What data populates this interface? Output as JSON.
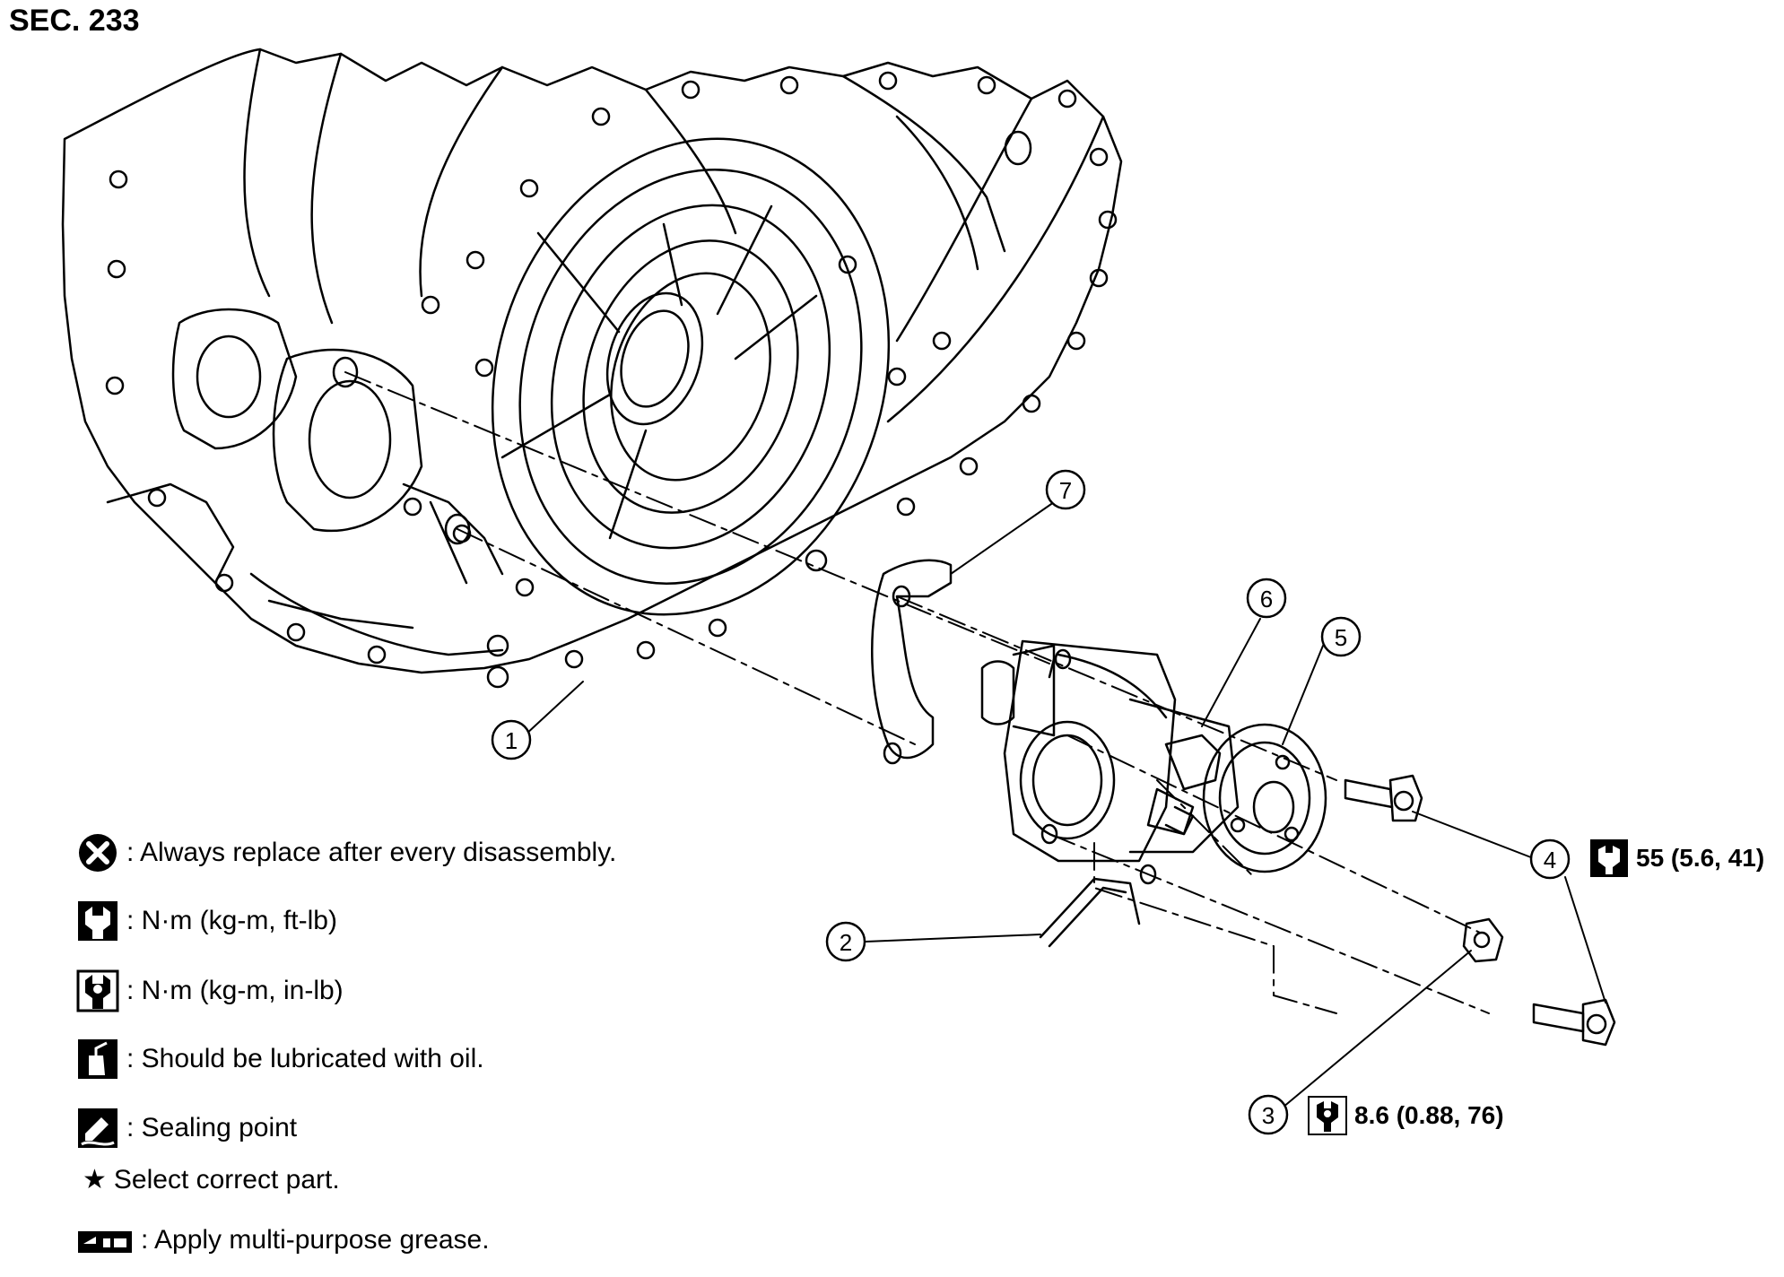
{
  "section": "SEC. 233",
  "callouts": [
    "1",
    "2",
    "3",
    "4",
    "5",
    "6",
    "7"
  ],
  "torque": {
    "t4": "55 (5.6, 41)",
    "t3": "8.6 (0.88, 76)"
  },
  "legend": [
    {
      "icon": "replace-x-icon",
      "text": ": Always replace after every disassembly."
    },
    {
      "icon": "torque-nm-ftlb-icon",
      "text": ": N·m (kg-m, ft-lb)"
    },
    {
      "icon": "torque-nm-inlb-icon",
      "text": ": N·m (kg-m, in-lb)"
    },
    {
      "icon": "oil-can-icon",
      "text": ": Should be lubricated with oil."
    },
    {
      "icon": "sealing-point-icon",
      "text": ": Sealing point"
    },
    {
      "icon": "star-icon",
      "text": "Select correct part."
    },
    {
      "icon": "grease-icon",
      "text": ": Apply multi-purpose grease."
    }
  ]
}
